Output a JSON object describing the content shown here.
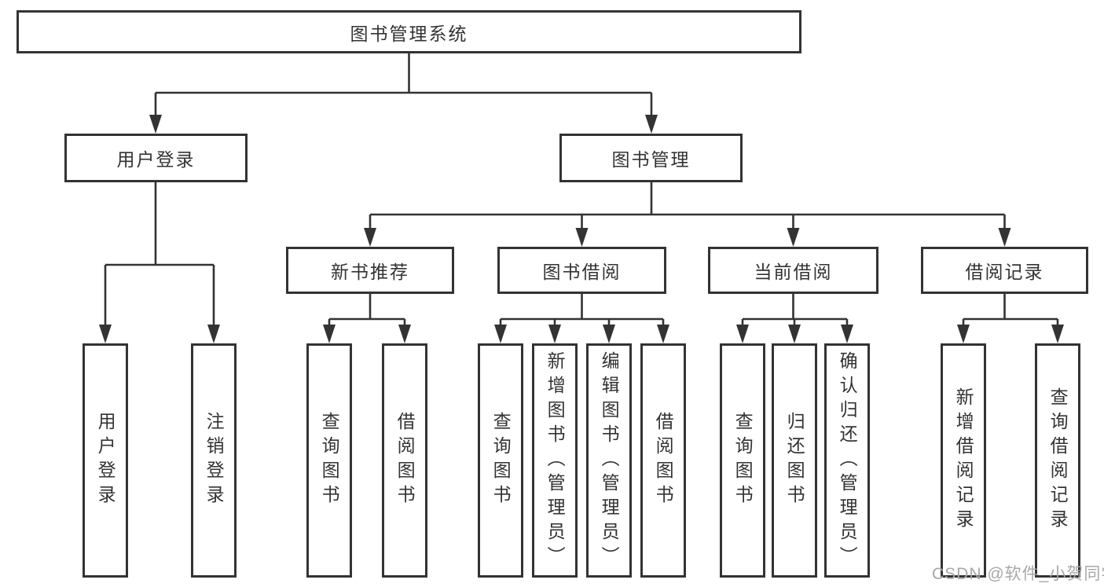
{
  "diagram": {
    "type": "hierarchy",
    "title": "图书管理系统",
    "tree": {
      "label": "图书管理系统",
      "children": [
        {
          "label": "用户登录",
          "children": [
            {
              "label": "用户登录"
            },
            {
              "label": "注销登录"
            }
          ]
        },
        {
          "label": "图书管理",
          "children": [
            {
              "label": "新书推荐",
              "children": [
                {
                  "label": "查询图书"
                },
                {
                  "label": "借阅图书"
                }
              ]
            },
            {
              "label": "图书借阅",
              "children": [
                {
                  "label": "查询图书"
                },
                {
                  "label": "新增图书（管理员）"
                },
                {
                  "label": "编辑图书（管理员）"
                },
                {
                  "label": "借阅图书"
                }
              ]
            },
            {
              "label": "当前借阅",
              "children": [
                {
                  "label": "查询图书"
                },
                {
                  "label": "归还图书"
                },
                {
                  "label": "确认归还（管理员）"
                }
              ]
            },
            {
              "label": "借阅记录",
              "children": [
                {
                  "label": "新增借阅记录"
                },
                {
                  "label": "查询借阅记录"
                }
              ]
            }
          ]
        }
      ]
    },
    "colors": {
      "line": "#333333",
      "box_border": "#333333",
      "box_background": "#ffffff",
      "text": "#333333",
      "watermark": "#a8a8a8"
    }
  },
  "watermark": {
    "text": "CSDN @软件_小贺同学"
  }
}
